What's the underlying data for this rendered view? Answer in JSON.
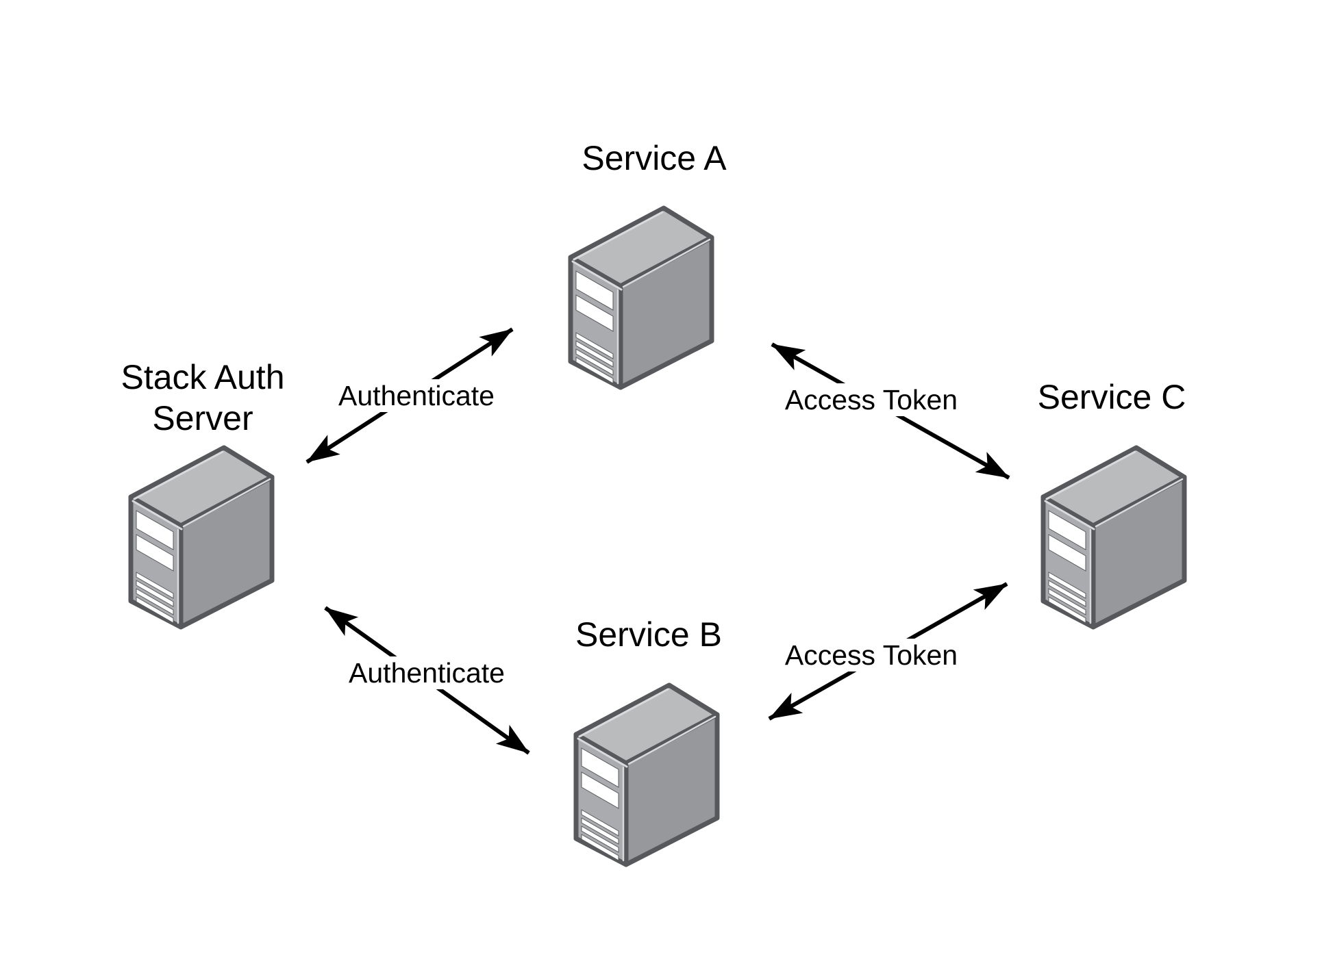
{
  "diagram": {
    "title": "",
    "nodes": {
      "stack_auth": {
        "label": "Stack Auth Server",
        "icon": "server-tower-icon"
      },
      "service_a": {
        "label": "Service A",
        "icon": "server-tower-icon"
      },
      "service_b": {
        "label": "Service B",
        "icon": "server-tower-icon"
      },
      "service_c": {
        "label": "Service C",
        "icon": "server-tower-icon"
      }
    },
    "edges": {
      "auth_a": {
        "label": "Authenticate",
        "from": "stack_auth",
        "to": "service_a",
        "bidirectional": true
      },
      "auth_b": {
        "label": "Authenticate",
        "from": "stack_auth",
        "to": "service_b",
        "bidirectional": true
      },
      "token_a_c": {
        "label": "Access Token",
        "from": "service_a",
        "to": "service_c",
        "bidirectional": true
      },
      "token_b_c": {
        "label": "Access Token",
        "from": "service_b",
        "to": "service_c",
        "bidirectional": true
      }
    }
  },
  "colors": {
    "background": "#FFFFFF",
    "text": "#000000",
    "arrow": "#000000",
    "server_top": "#B9BBBD",
    "server_front": "#A9ABAE",
    "server_side": "#96989B",
    "server_outline": "#57585B",
    "server_highlight": "#D9DADC",
    "server_stripe": "#FFFFFF"
  }
}
